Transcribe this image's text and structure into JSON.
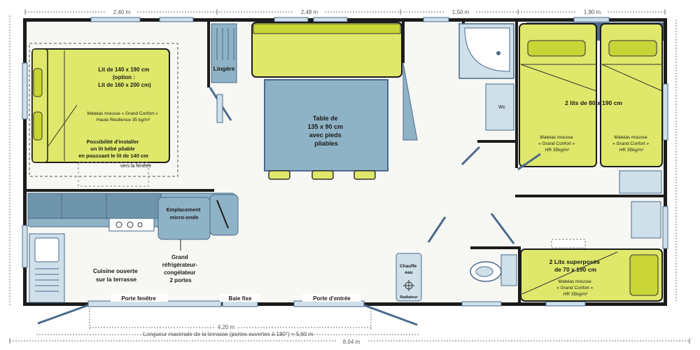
{
  "dimensions": {
    "top": [
      "2,40 m",
      "2,48 m",
      "1,50 m",
      "1,90 m"
    ],
    "bottom_total": "8,64 m",
    "terrace": "4,20 m",
    "terrace_note": "Longueur maximale de la terrasse (portes ouvertes à 180°) = 5,60 m"
  },
  "bedroom1": {
    "bed": [
      "Lit de 140 x 190 cm",
      "(option :",
      "Lit de 160 x 200 cm)"
    ],
    "mattress": [
      "Matelas mousse « Grand Confort »",
      "Haute Résilience 35 kg/m³"
    ],
    "baby": [
      "Possibilité d'installer",
      "un lit bébé pliable",
      "en poussant le lit de 140 cm",
      "vers la fenêtre"
    ]
  },
  "linen": "Lingère",
  "table": [
    "Table de",
    "135 x 90 cm",
    "avec pieds",
    "pliables"
  ],
  "wc_top": "Wc",
  "bedroom2": {
    "beds": "2 lits de 80 x 190 cm",
    "mattress_left": [
      "Matelas mousse",
      "« Grand Confort »",
      "HR 35kg/m³"
    ],
    "mattress_right": [
      "Matelas mousse",
      "« Grand Confort »",
      "HR 35kg/m³"
    ]
  },
  "microwave": [
    "Emplacement",
    "micro-onde"
  ],
  "fridge": [
    "Grand",
    "réfrigérateur-",
    "congélateur",
    "2 portes"
  ],
  "kitchen": [
    "Cuisine ouverte",
    "sur la terrasse"
  ],
  "boiler": [
    "Chauffe",
    "eau"
  ],
  "boiler_heat": "Radiateur",
  "bedroom3": {
    "beds": [
      "2 Lits superposés",
      "de 70 x 190 cm"
    ],
    "mattress": [
      "Matelas mousse",
      "« Grand Confort »",
      "HR 35kg/m³"
    ]
  },
  "doors": {
    "french_window": "Porte fenêtre",
    "fixed_bay": "Baie fixe",
    "entrance": "Porte d'entrée"
  },
  "colors": {
    "wall": "#1c1c1c",
    "bed": "#dfe86a",
    "bed_dark": "#c9d436",
    "blue": "#8fb3c6",
    "blue_dark": "#6e95ab",
    "navy": "#4a6a8c",
    "floor": "#f7f7f4"
  }
}
